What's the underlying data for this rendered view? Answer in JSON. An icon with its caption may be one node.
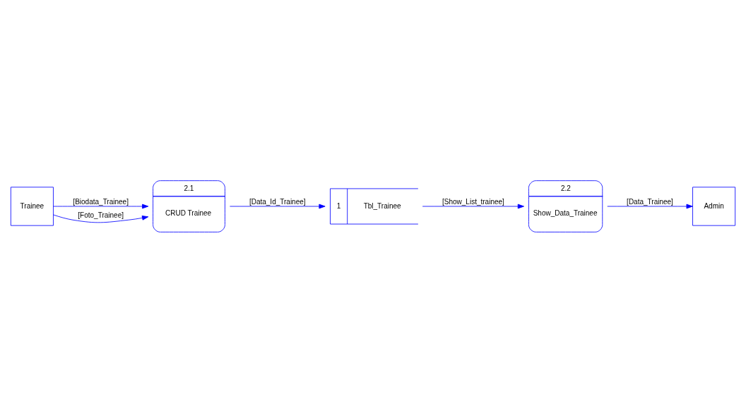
{
  "diagram": {
    "nodes": [
      {
        "text": [
          "Trainee"
        ]
      },
      {
        "text": [
          "2.1",
          "CRUD Trainee"
        ]
      },
      {
        "text": [
          "1",
          "Tbl_Trainee"
        ]
      },
      {
        "text": [
          "2.2",
          "Show_Data_Trainee"
        ]
      },
      {
        "text": [
          "Admin"
        ]
      }
    ],
    "edges": [
      {
        "from": 0,
        "to": 1,
        "arrow": "to",
        "label": "[Biodata_Trainee]"
      },
      {
        "from": 0,
        "to": 1,
        "arrow": "to",
        "label": "[Foto_Trainee]"
      },
      {
        "from": 1,
        "to": 2,
        "arrow": "to",
        "label": "[Data_Id_Trainee]"
      },
      {
        "from": 2,
        "to": 3,
        "arrow": "to",
        "label": "[Show_List_trainee]"
      },
      {
        "from": 3,
        "to": 4,
        "arrow": "to",
        "label": "[Data_Trainee]"
      }
    ]
  }
}
